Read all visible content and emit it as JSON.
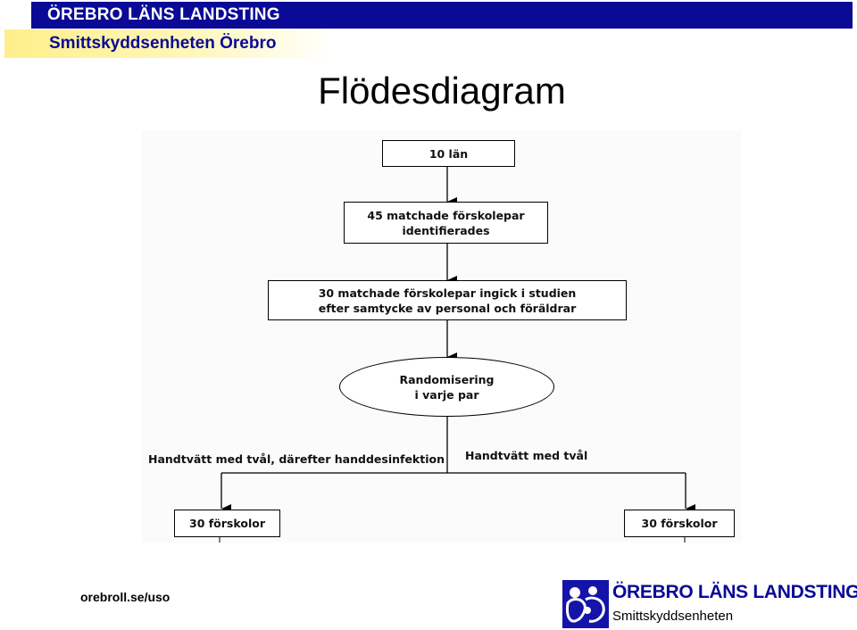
{
  "header": {
    "org_name": "ÖREBRO LÄNS LANDSTING",
    "unit_name": "Smittskyddsenheten Örebro"
  },
  "slide": {
    "title": "Flödesdiagram"
  },
  "diagram": {
    "nodes": {
      "counties": "10 län",
      "identified": "45 matchade förskolepar\nidentifierades",
      "included": "30 matchade förskolepar ingick i studien\nefter samtycke av personal och föräldrar",
      "randomization": "Randomisering\ni varje par",
      "left_group": "30 förskolor",
      "right_group": "30 förskolor"
    },
    "branches": {
      "left": "Handtvätt med tvål, därefter handdesinfektion",
      "right": "Handtvätt med tvål"
    }
  },
  "footer": {
    "url": "orebroll.se/uso",
    "logo_line1": "ÖREBRO LÄNS LANDSTING",
    "logo_line2": "Smittskyddsenheten"
  },
  "colors": {
    "header_blue": "#0a0a96",
    "subheader_yellow": "#ffef8a"
  }
}
